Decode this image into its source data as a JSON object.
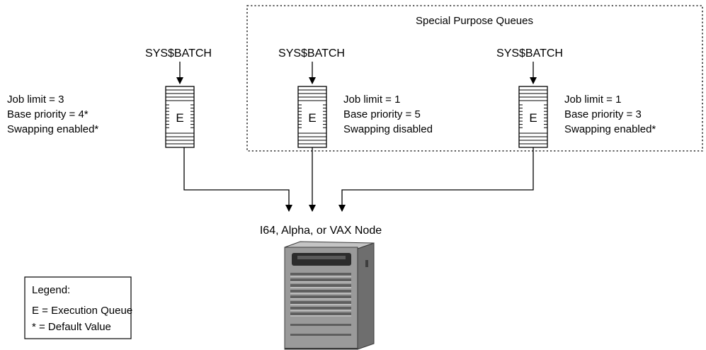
{
  "special_group": {
    "title": "Special Purpose Queues"
  },
  "queues": [
    {
      "source_label": "SYS$BATCH",
      "queue_letter": "E",
      "attributes": [
        "Job limit = 3",
        "Base priority = 4*",
        "Swapping enabled*"
      ]
    },
    {
      "source_label": "SYS$BATCH",
      "queue_letter": "E",
      "attributes": [
        "Job limit = 1",
        "Base priority = 5",
        "Swapping disabled"
      ]
    },
    {
      "source_label": "SYS$BATCH",
      "queue_letter": "E",
      "attributes": [
        "Job limit = 1",
        "Base priority = 3",
        "Swapping enabled*"
      ]
    }
  ],
  "node": {
    "label": "I64, Alpha, or VAX Node",
    "icon": "server-tower-icon"
  },
  "legend": {
    "title": "Legend:",
    "items": [
      "E = Execution Queue",
      "* = Default Value"
    ]
  },
  "colors": {
    "server_face": "#9a9a9a",
    "server_side": "#6e6e6e",
    "server_top": "#c4c4c4",
    "server_panel": "#2c2c2c"
  }
}
